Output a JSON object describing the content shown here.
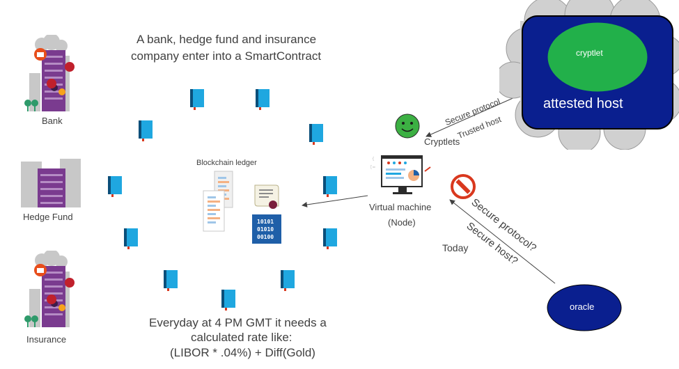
{
  "header": {
    "line1": "A bank, hedge fund and insurance",
    "line2": "company enter into a SmartContract"
  },
  "parties": [
    {
      "label": "Bank"
    },
    {
      "label": "Hedge Fund"
    },
    {
      "label": "Insurance"
    }
  ],
  "ledger": {
    "label": "Blockchain ledger",
    "binary_lines": [
      "10101",
      "01010",
      "00100"
    ]
  },
  "vm": {
    "line1": "Virtual machine",
    "line2": "(Node)"
  },
  "cryptlets": {
    "label": "Cryptlets"
  },
  "cloud": {
    "inner_label": "cryptlet",
    "host_label": "attested host"
  },
  "top_arrow": {
    "label1": "Secure protocol",
    "label2": "Trusted host"
  },
  "oracle": {
    "label": "oracle"
  },
  "bottom_arrow": {
    "today": "Today",
    "label1": "Secure protocol?",
    "label2": "Secure host?"
  },
  "footer": {
    "line1": "Everyday at 4 PM GMT it needs a",
    "line2": "calculated rate like:",
    "line3": "(LIBOR * .04%) + Diff(Gold)"
  },
  "colors": {
    "book_blue": "#1fa7e0",
    "building_purple": "#7a3b8f",
    "smiley_green": "#3cb043",
    "oracle_navy": "#0a1f8f",
    "cloud_gray": "#d0d0d0",
    "stop_red": "#d9381e"
  }
}
